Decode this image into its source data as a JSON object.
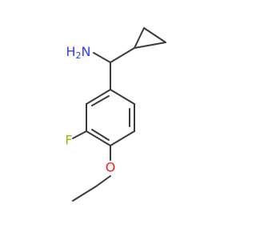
{
  "molecule": {
    "atoms": {
      "amine": {
        "main": "H",
        "sub": "2",
        "tail": "N"
      },
      "fluorine": "F",
      "oxygen": "O"
    },
    "colors": {
      "bond": "#3a3a3a",
      "nitrogen": "#2f3cff",
      "fluorine": "#8fbf00",
      "oxygen": "#ff1a1a"
    }
  }
}
